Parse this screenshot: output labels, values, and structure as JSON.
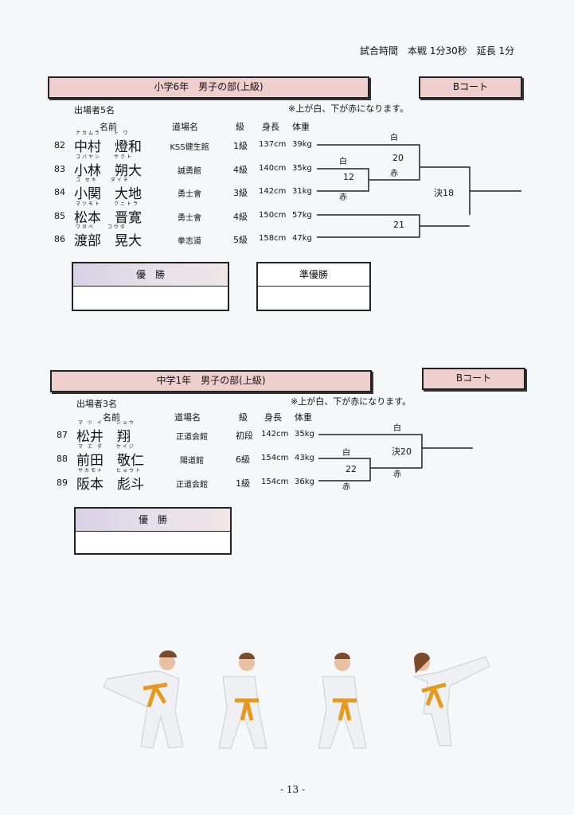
{
  "header": {
    "match_time": "試合時間　本戦 1分30秒　延長 1分"
  },
  "sections": [
    {
      "title": "小学6年　男子の部(上級)",
      "court": "Bコート",
      "entrants": "出場者5名",
      "note": "※上が白、下が赤になります。",
      "columns": {
        "name": "名前",
        "dojo": "道場名",
        "rank": "級",
        "height": "身長",
        "weight": "体重"
      },
      "players": [
        {
          "no": "82",
          "kana": "ナカムラ　　ト ワ",
          "name": "中村　燈和",
          "dojo": "KSS健生館",
          "rank": "1級",
          "height": "137cm",
          "weight": "39kg"
        },
        {
          "no": "83",
          "kana": "コバヤシ　　サクト",
          "name": "小林　朔大",
          "dojo": "誠勇館",
          "rank": "4級",
          "height": "140cm",
          "weight": "35kg"
        },
        {
          "no": "84",
          "kana": "コ セキ　　ダイチ",
          "name": "小関　大地",
          "dojo": "勇士會",
          "rank": "3級",
          "height": "142cm",
          "weight": "31kg"
        },
        {
          "no": "85",
          "kana": "マツモト　　クニトラ",
          "name": "松本　晋寛",
          "dojo": "勇士會",
          "rank": "4級",
          "height": "150cm",
          "weight": "57kg"
        },
        {
          "no": "86",
          "kana": "ワタベ　　コウタ",
          "name": "渡部　晃大",
          "dojo": "拳志道",
          "rank": "5級",
          "height": "158cm",
          "weight": "47kg"
        }
      ],
      "bracket": {
        "m12": "12",
        "m20": "20",
        "m21": "21",
        "final": "決18",
        "white": "白",
        "red": "赤"
      },
      "winner": "優　勝",
      "runner_up": "準優勝"
    },
    {
      "title": "中学1年　男子の部(上級)",
      "court": "Bコート",
      "entrants": "出場者3名",
      "note": "※上が白、下が赤になります。",
      "columns": {
        "name": "名前",
        "dojo": "道場名",
        "rank": "級",
        "height": "身長",
        "weight": "体重"
      },
      "players": [
        {
          "no": "87",
          "kana": "マ ツ イ　　ショウ",
          "name": "松井　翔",
          "dojo": "正道会館",
          "rank": "初段",
          "height": "142cm",
          "weight": "35kg"
        },
        {
          "no": "88",
          "kana": "マ エ ダ　　ケイジ",
          "name": "前田　敬仁",
          "dojo": "陽道館",
          "rank": "6級",
          "height": "154cm",
          "weight": "43kg"
        },
        {
          "no": "89",
          "kana": "サカモト　　ヒョウト",
          "name": "阪本　彪斗",
          "dojo": "正道会館",
          "rank": "1級",
          "height": "154cm",
          "weight": "36kg"
        }
      ],
      "bracket": {
        "m22": "22",
        "final": "決20",
        "white": "白",
        "red": "赤"
      },
      "winner": "優　勝"
    }
  ],
  "footer": {
    "page": "- 13 -"
  }
}
